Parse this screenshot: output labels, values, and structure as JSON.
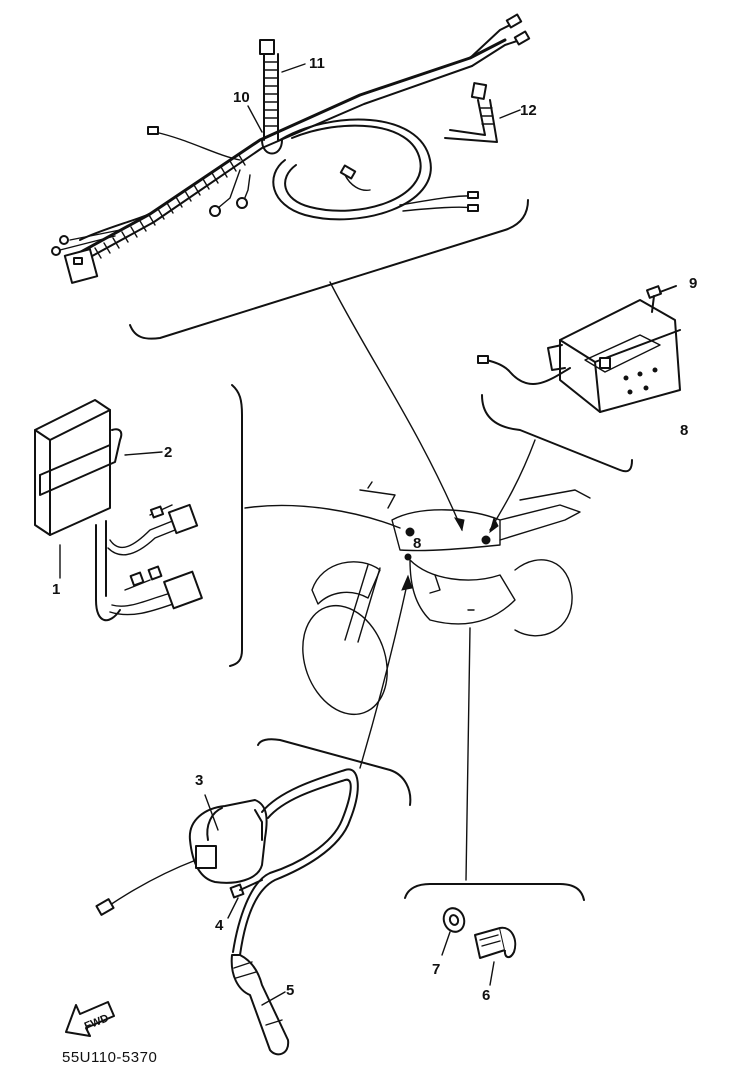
{
  "callouts": {
    "c1": "1",
    "c2": "2",
    "c3": "3",
    "c4": "4",
    "c5": "5",
    "c6": "6",
    "c7": "7",
    "c8a": "8",
    "c8b": "8",
    "c9": "9",
    "c10": "10",
    "c11": "11",
    "c12": "12"
  },
  "direction_label": "FWD",
  "drawing_code": "55U110-5370"
}
